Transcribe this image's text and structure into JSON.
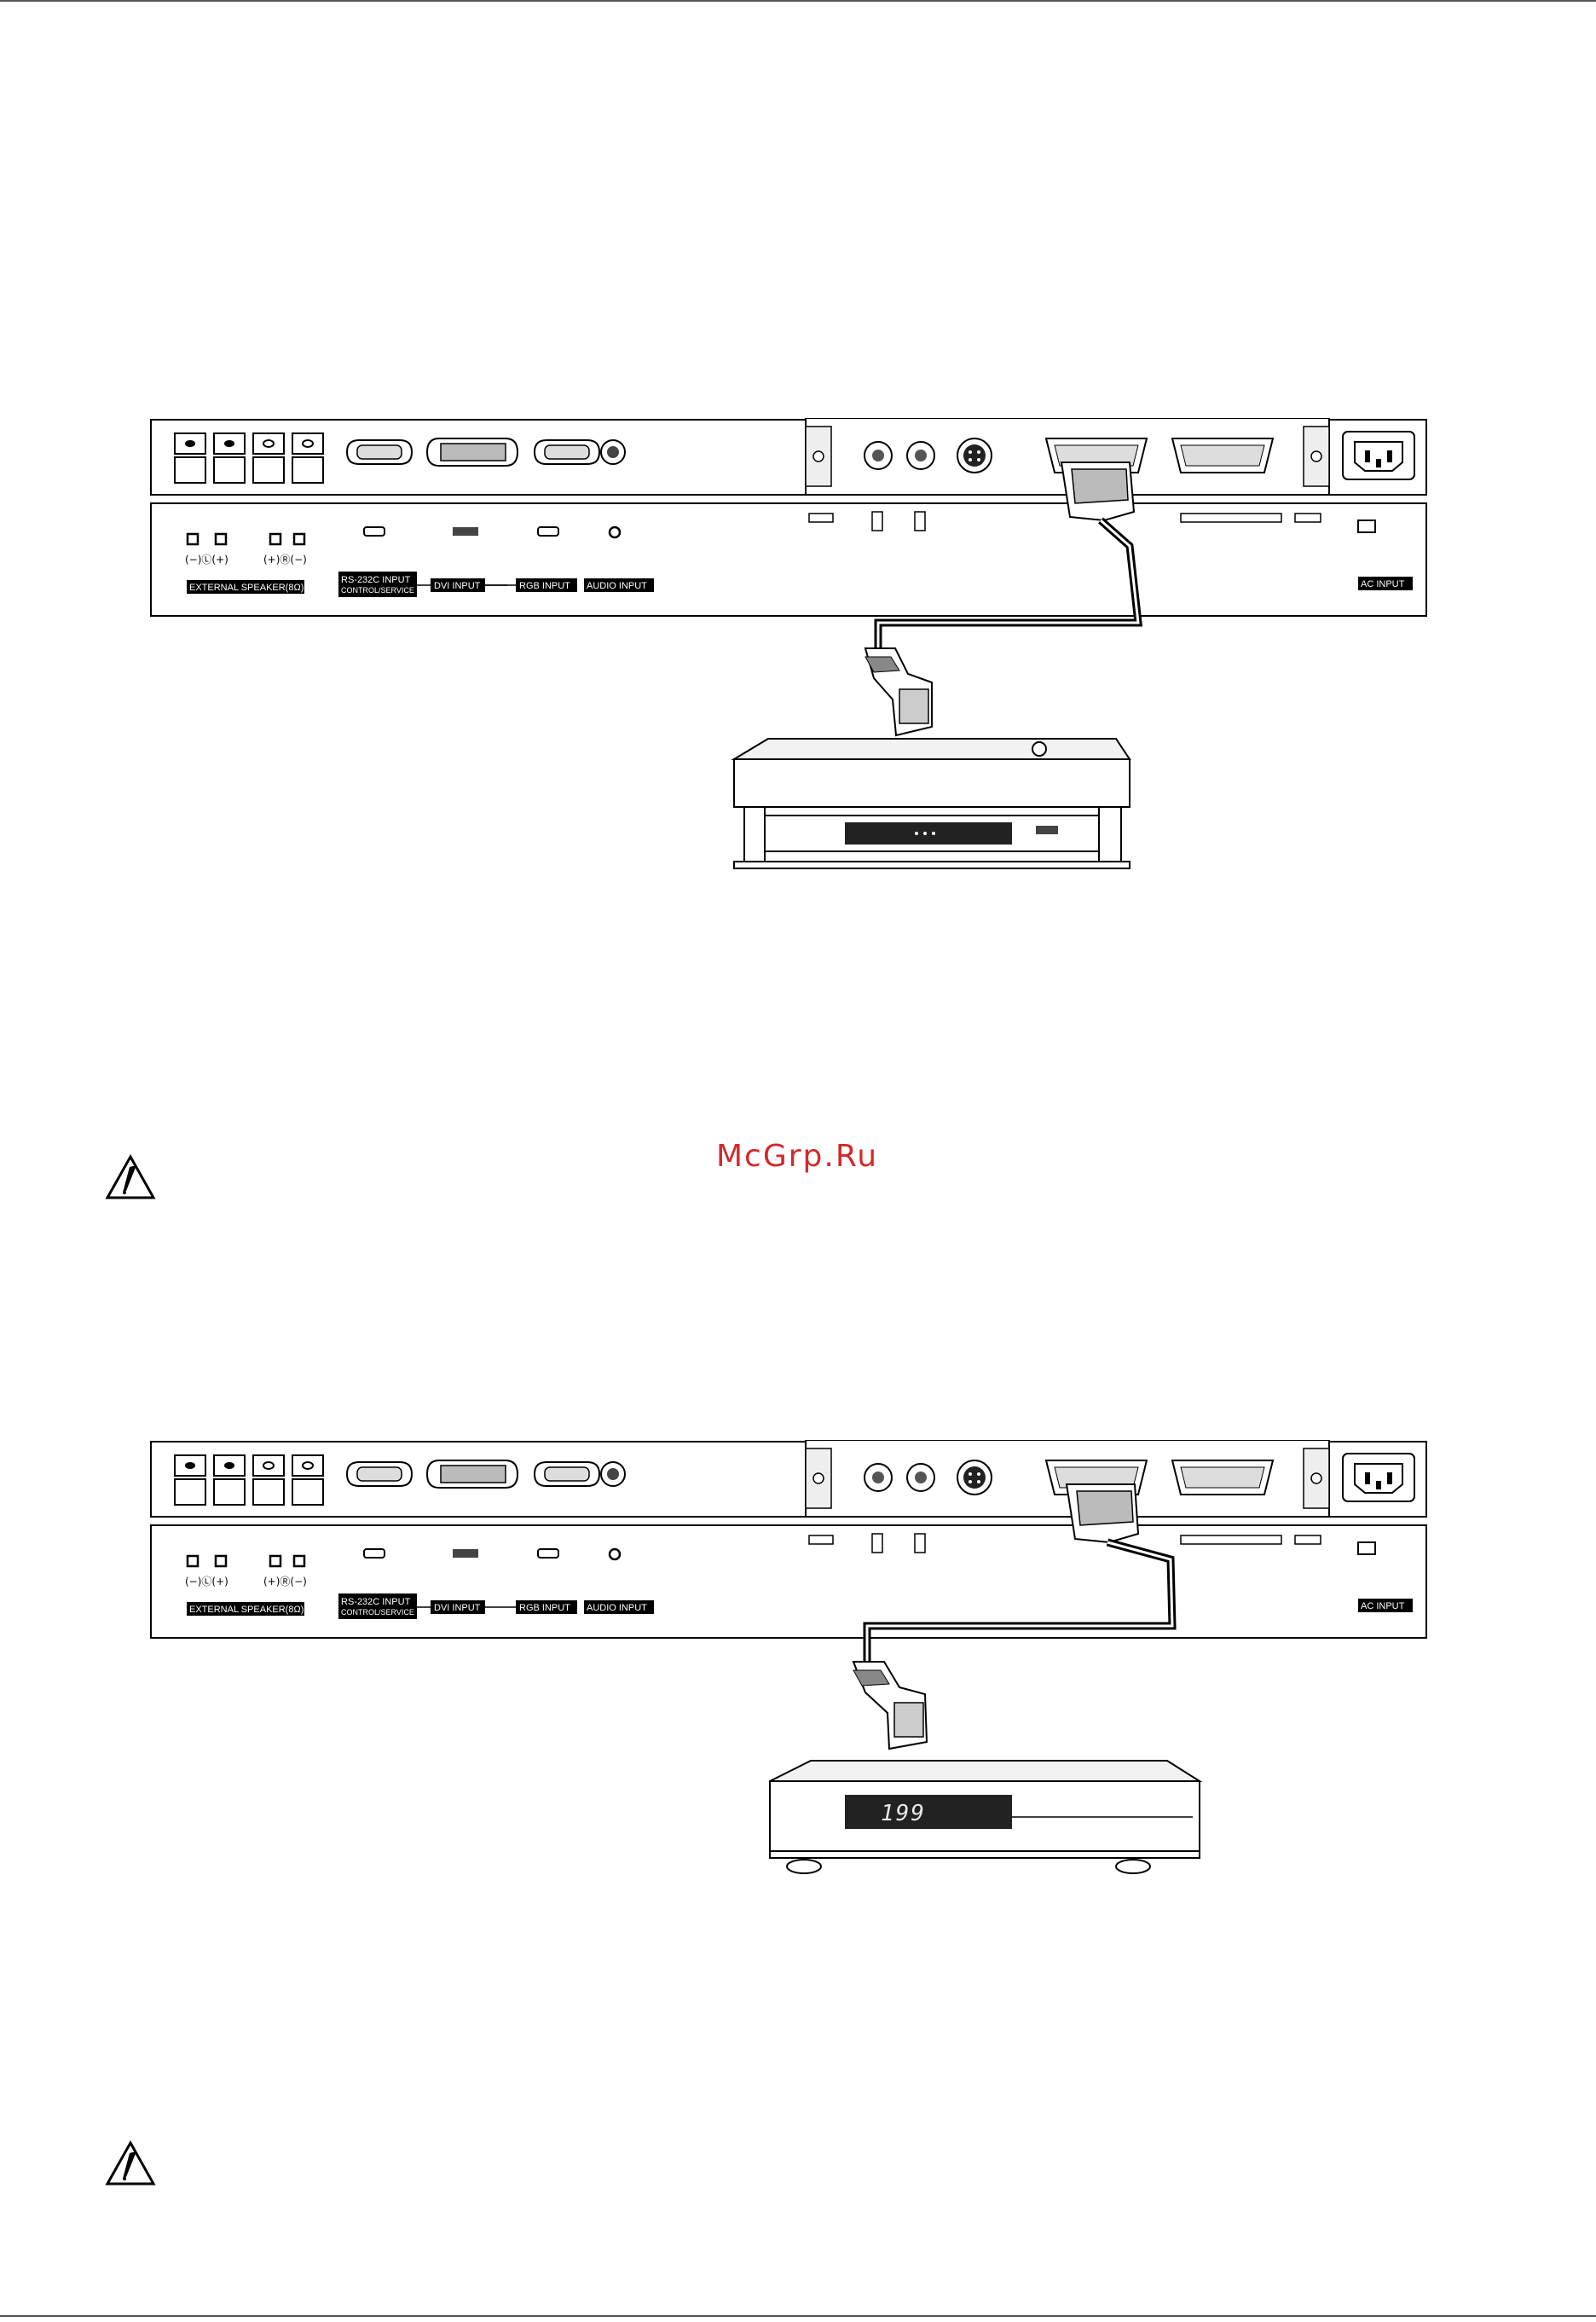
{
  "watermark": "McGrp.Ru",
  "panel_labels": {
    "external_speaker": "EXTERNAL SPEAKER(8Ω)",
    "rs232c": "RS-232C INPUT",
    "rs232c_sub": "CONTROL/SERVICE",
    "dvi": "DVI INPUT",
    "rgb": "RGB INPUT",
    "audio": "AUDIO INPUT",
    "ac": "AC INPUT",
    "speaker_left_symbols": "(+)Ⓡ(−)",
    "speaker_right_symbols": "(−)Ⓛ(+)"
  },
  "diagrams": [
    {
      "device": "vcr"
    },
    {
      "device": "set-top-box",
      "display": "199"
    }
  ],
  "icons": [
    "note-pencil-icon",
    "note-pencil-icon"
  ]
}
